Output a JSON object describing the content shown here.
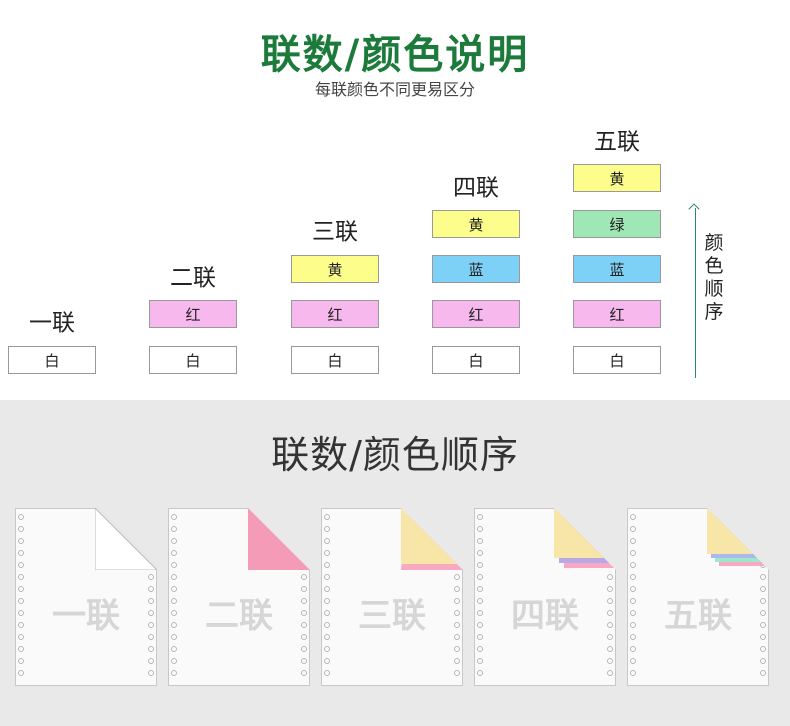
{
  "header": {
    "title": "联数/颜色说明",
    "subtitle": "每联颜色不同更易区分"
  },
  "columns": [
    {
      "title": "一联",
      "parts": [
        "白"
      ]
    },
    {
      "title": "二联",
      "parts": [
        "红",
        "白"
      ]
    },
    {
      "title": "三联",
      "parts": [
        "黄",
        "红",
        "白"
      ]
    },
    {
      "title": "四联",
      "parts": [
        "黄",
        "蓝",
        "红",
        "白"
      ]
    },
    {
      "title": "五联",
      "parts": [
        "黄",
        "绿",
        "蓝",
        "红",
        "白"
      ]
    }
  ],
  "order_label": "颜色顺序",
  "colors": {
    "white": "#ffffff",
    "red": "#f7b9ed",
    "yellow": "#fdfd8c",
    "blue": "#7dd0f6",
    "green": "#9fe7b4",
    "title_green": "#1c7a3a"
  },
  "bottom": {
    "title": "联数/颜色顺序",
    "sheets": [
      "一联",
      "二联",
      "三联",
      "四联",
      "五联"
    ]
  }
}
